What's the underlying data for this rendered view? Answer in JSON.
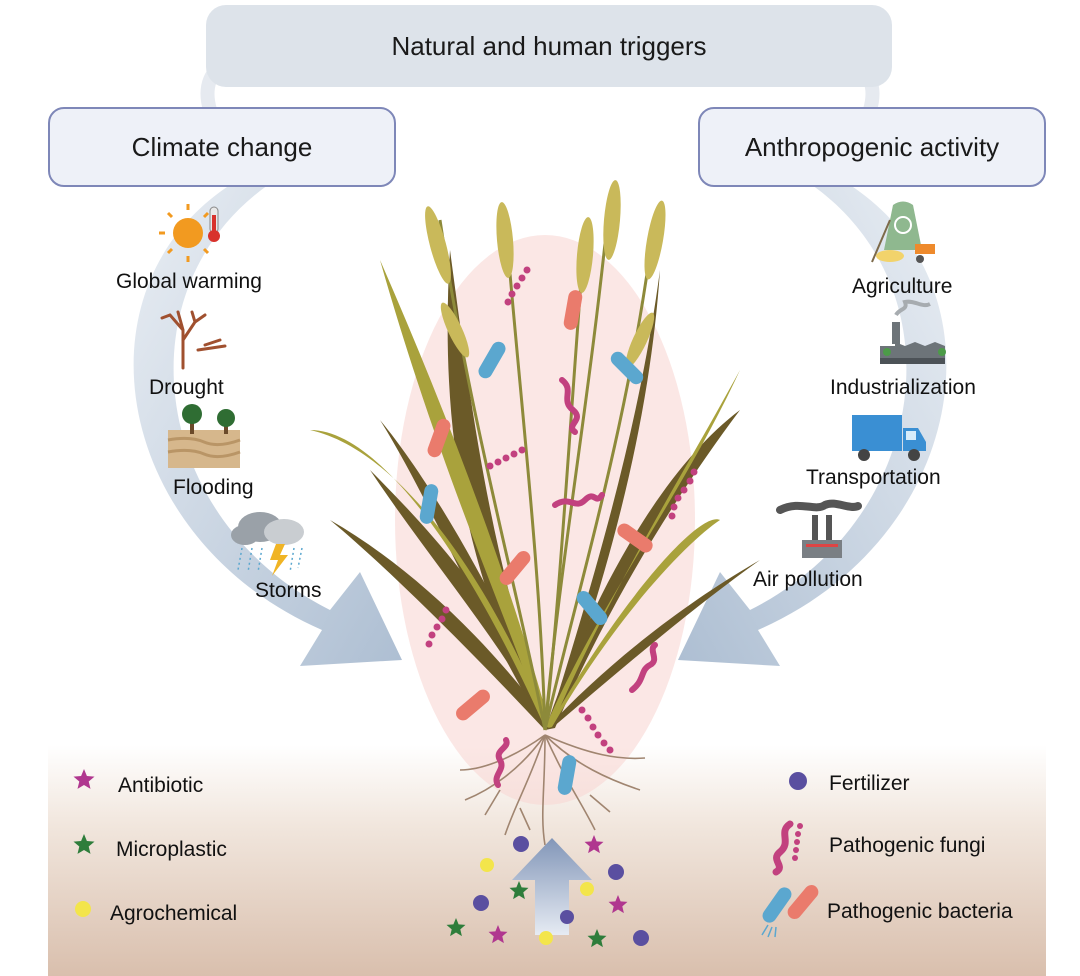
{
  "title": "Natural and human triggers",
  "climate": {
    "heading": "Climate change",
    "items": [
      "Global warming",
      "Drought",
      "Flooding",
      "Storms"
    ]
  },
  "anthropogenic": {
    "heading": "Anthropogenic activity",
    "items": [
      "Agriculture",
      "Industrialization",
      "Transportation",
      "Air pollution"
    ]
  },
  "legend": {
    "left": [
      "Antibiotic",
      "Microplastic",
      "Agrochemical"
    ],
    "right": [
      "Fertilizer",
      "Pathogenic fungi",
      "Pathogenic bacteria"
    ]
  },
  "colors": {
    "antibiotic": "#b0378f",
    "microplastic": "#2e7d3b",
    "agrochemical": "#f3e54b",
    "fertilizer": "#5a4fa0",
    "fungi": "#c2417f",
    "bacteria_blue": "#5ba7cf",
    "bacteria_red": "#ea7b6c",
    "arrow": "#b7c5d6",
    "soil": "#dcc3b1"
  }
}
